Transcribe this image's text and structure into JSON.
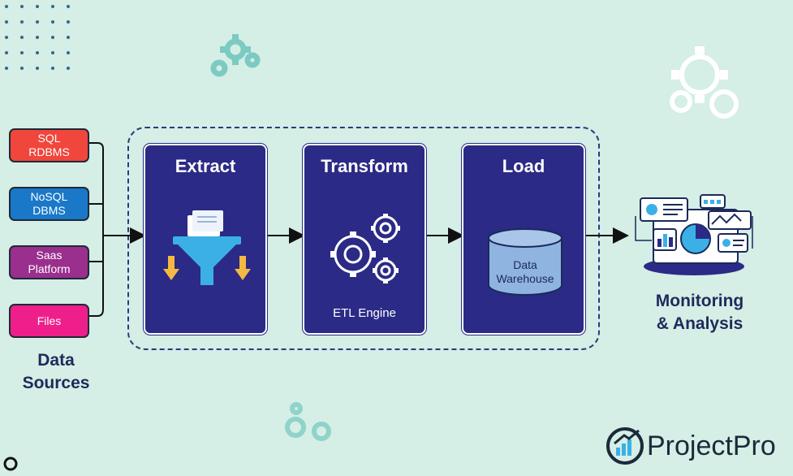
{
  "sources": {
    "items": [
      {
        "line1": "SQL",
        "line2": "RDBMS",
        "color": "#f0463c"
      },
      {
        "line1": "NoSQL",
        "line2": "DBMS",
        "color": "#1a78c8"
      },
      {
        "line1": "Saas",
        "line2": "Platform",
        "color": "#9a2f8e"
      },
      {
        "line1": "Files",
        "line2": "",
        "color": "#ee1f8a"
      }
    ],
    "heading_line1": "Data",
    "heading_line2": "Sources"
  },
  "stages": {
    "extract": {
      "title": "Extract"
    },
    "transform": {
      "title": "Transform",
      "caption": "ETL Engine"
    },
    "load": {
      "title": "Load",
      "db_line1": "Data",
      "db_line2": "Warehouse"
    }
  },
  "output": {
    "heading_line1": "Monitoring",
    "heading_line2": "& Analysis"
  },
  "brand": {
    "name": "ProjectPro"
  },
  "colors": {
    "background": "#d5eee6",
    "stage_fill": "#2b2a86",
    "heading_text": "#1e2a5a",
    "accent_blue": "#3bb0e6",
    "arrow_yellow": "#f5b942"
  }
}
